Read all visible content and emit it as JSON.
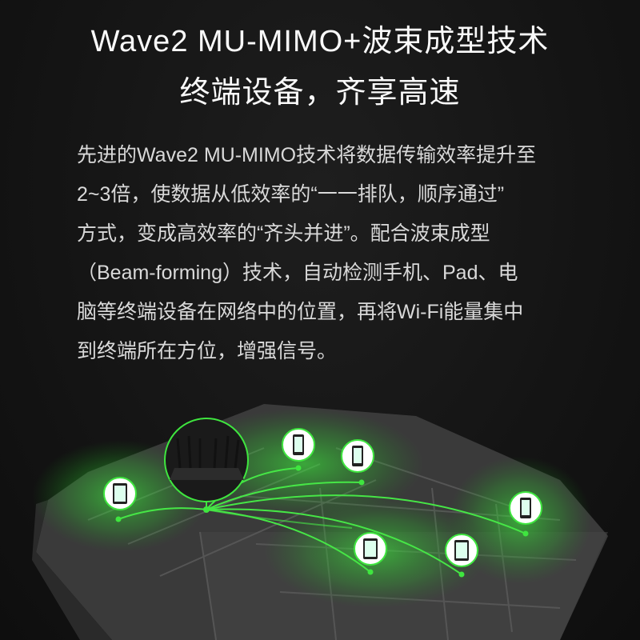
{
  "heading": {
    "line1": "Wave2 MU-MIMO+波束成型技术",
    "line2": "终端设备，齐享高速"
  },
  "description": {
    "lines": [
      "先进的Wave2 MU-MIMO技术将数据传输效率提升至",
      "2~3倍，使数据从低效率的“一一排队，顺序通过”",
      "方式，变成高效率的“齐头并进”。配合波束成型",
      "（Beam-forming）技术，自动检测手机、Pad、电",
      "脑等终端设备在网络中的位置，再将Wi-Fi能量集中",
      "到终端所在方位，增强信号。"
    ]
  },
  "colors": {
    "accent": "#39e23c",
    "background": "#131313"
  }
}
